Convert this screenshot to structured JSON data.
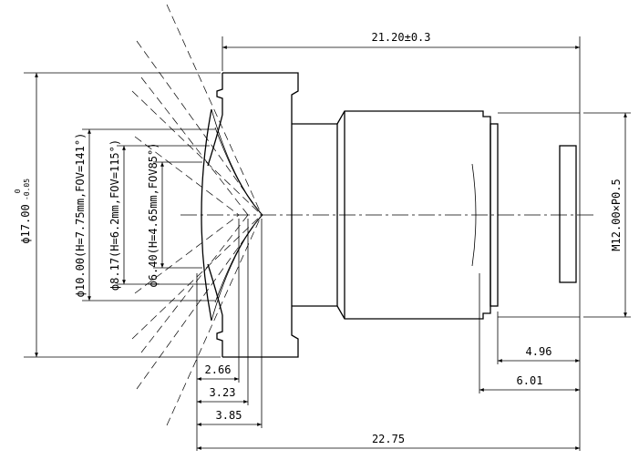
{
  "drawing": {
    "dimensions": {
      "total_length_top": "21.20±0.3",
      "outer_diameter_main": "ϕ17.00",
      "outer_diameter_tol_upper": "0",
      "outer_diameter_tol_lower": "-0.05",
      "fov_141": "ϕ10.00(H=7.75mm,FOV=141°)",
      "fov_115": "ϕ8.17(H=6.2mm,FOV=115°)",
      "fov_85": "ϕ6.40(H=4.65mm,FOV85°)",
      "thread": "M12.00×P0.5",
      "d_4_96": "4.96",
      "d_6_01": "6.01",
      "d_2_66": "2.66",
      "d_3_23": "3.23",
      "d_3_85": "3.85",
      "total_length_bottom": "22.75"
    }
  }
}
